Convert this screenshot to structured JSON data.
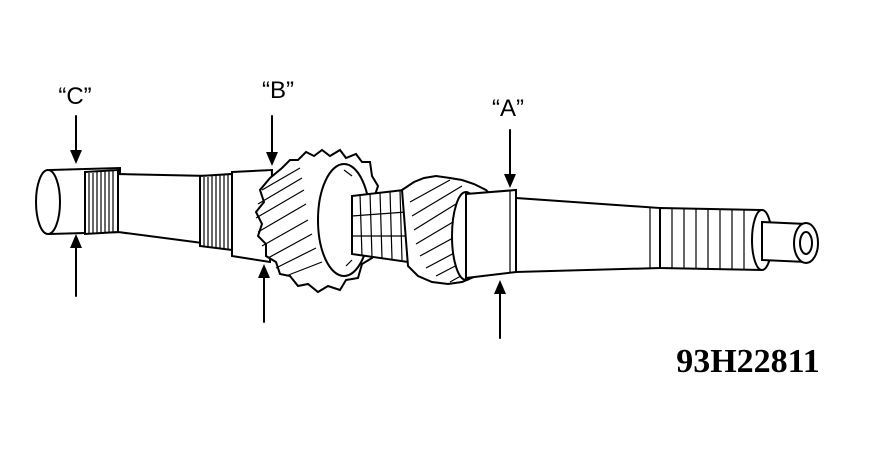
{
  "callouts": {
    "a": "“A”",
    "b": "“B”",
    "c": "“C”"
  },
  "figure_id": "93H22811"
}
